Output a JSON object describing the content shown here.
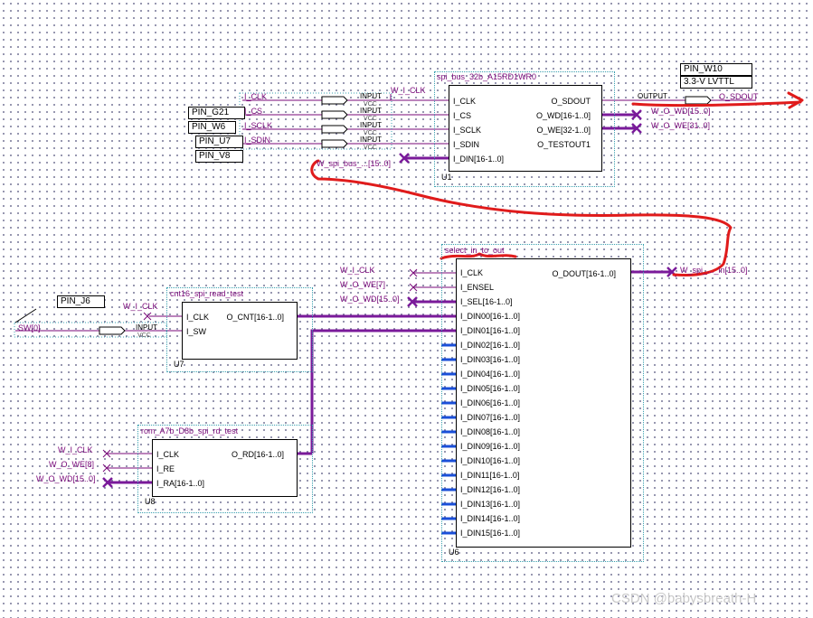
{
  "pins": {
    "pin_w10": "PIN_W10",
    "lvttl": "3.3-V LVTTL",
    "pin_g21": "PIN_G21",
    "pin_w6": "PIN_W6",
    "pin_u7": "PIN_U7",
    "pin_v8": "PIN_V8",
    "pin_j6": "PIN_J6"
  },
  "io": {
    "i_clk": "I_CLK",
    "i_cs": "I_CS",
    "i_sclk": "I_SCLK",
    "i_sdin": "I_SDIN",
    "input": "INPUT",
    "vcc": "VCC",
    "output": "OUTPUT",
    "o_sdout": "O_SDOUT",
    "sw0": "SW[0]"
  },
  "u1": {
    "title": "spi_bus_32b_A15RD1WR0",
    "instance": "U1",
    "left_ports": [
      "I_CLK",
      "I_CS",
      "I_SCLK",
      "I_SDIN",
      "I_DIN[16-1..0]"
    ],
    "right_ports": [
      "O_SDOUT",
      "O_WD[16-1..0]",
      "O_WE[32-1..0]",
      "O_TESTOUT1"
    ]
  },
  "u6": {
    "title": "select_in_to_out",
    "instance": "U6",
    "left_ports": [
      "I_CLK",
      "I_ENSEL",
      "I_SEL[16-1..0]",
      "I_DIN00[16-1..0]",
      "I_DIN01[16-1..0]",
      "I_DIN02[16-1..0]",
      "I_DIN03[16-1..0]",
      "I_DIN04[16-1..0]",
      "I_DIN05[16-1..0]",
      "I_DIN06[16-1..0]",
      "I_DIN07[16-1..0]",
      "I_DIN08[16-1..0]",
      "I_DIN09[16-1..0]",
      "I_DIN10[16-1..0]",
      "I_DIN11[16-1..0]",
      "I_DIN12[16-1..0]",
      "I_DIN13[16-1..0]",
      "I_DIN14[16-1..0]",
      "I_DIN15[16-1..0]"
    ],
    "right_port": "O_DOUT[16-1..0]"
  },
  "u7": {
    "title": "cnt16_spi_read_test",
    "instance": "U7",
    "left_ports": [
      "I_CLK",
      "I_SW"
    ],
    "right_port": "O_CNT[16-1..0]"
  },
  "u8": {
    "title": "rom_A7b_D8b_spi_rd_test",
    "instance": "U8",
    "left_ports": [
      "I_CLK",
      "I_RE",
      "I_RA[16-1..0]"
    ],
    "right_port": "O_RD[16-1..0]"
  },
  "nets": {
    "w_i_clk": "W_I_CLK",
    "w_o_wd": "W_O_WD[15..0]",
    "w_o_we31": "W_O_WE[31..0]",
    "w_o_we7": "W_O_WE[7]",
    "w_o_we8": "W_O_WE[8]",
    "w_spi_bus": "W_spi_bus_...[15..0]",
    "w_spi_in": "W_spi_..._in[15..0]",
    "o_sdout_net": "O_SDOUT"
  },
  "watermark": "CSDN @babysbreath-H",
  "colors": {
    "wire": "#7a0a7a",
    "bus": "#7a1a9a",
    "stub": "#1a4fd8",
    "annotation": "#e01b1b",
    "highlight": "#9a9a9a",
    "frame": "#3aa0b0"
  }
}
